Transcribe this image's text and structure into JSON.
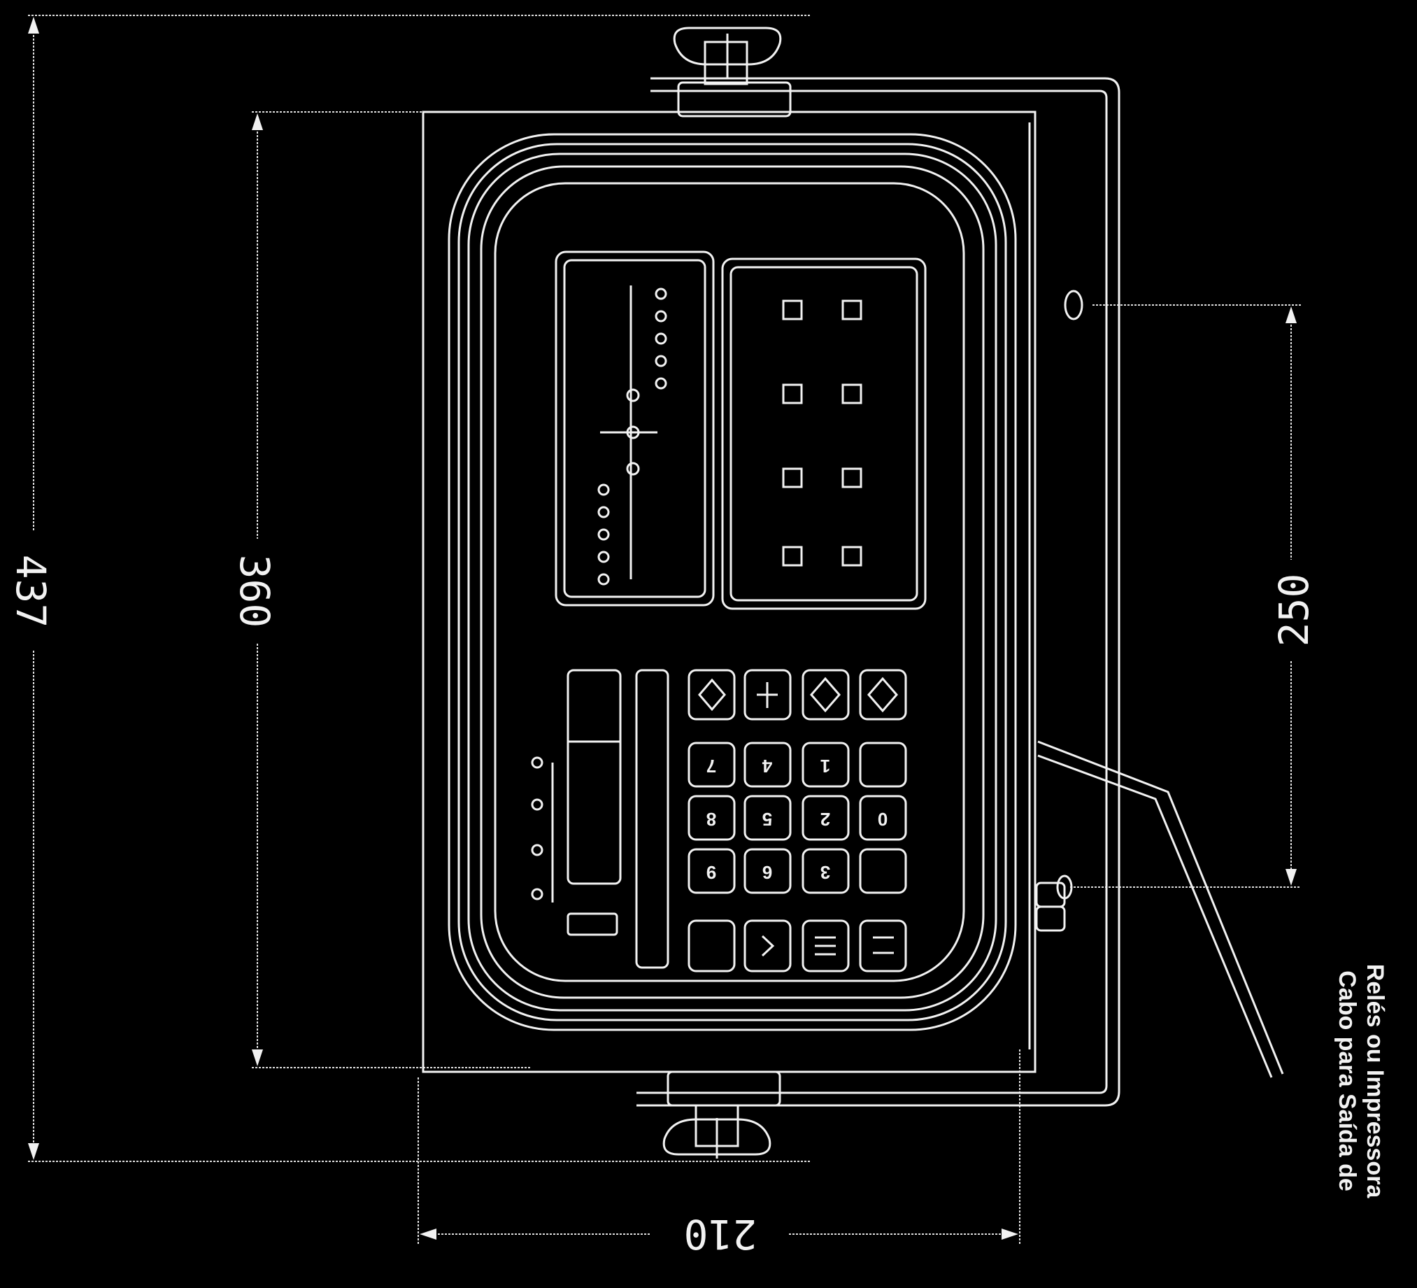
{
  "dimensions": {
    "overall_height": "437",
    "body_height": "360",
    "mount_spacing": "250",
    "body_width": "210"
  },
  "callout": {
    "line1": "Cabo para Saída de",
    "line2": "Relés ou Impressora"
  },
  "keypad_labels": [
    "7",
    "8",
    "9",
    "4",
    "5",
    "6",
    "1",
    "2",
    "3",
    "0"
  ],
  "icons": [
    "knob-icon",
    "led-icon",
    "key-icon",
    "cable-icon",
    "mount-hole-icon"
  ]
}
